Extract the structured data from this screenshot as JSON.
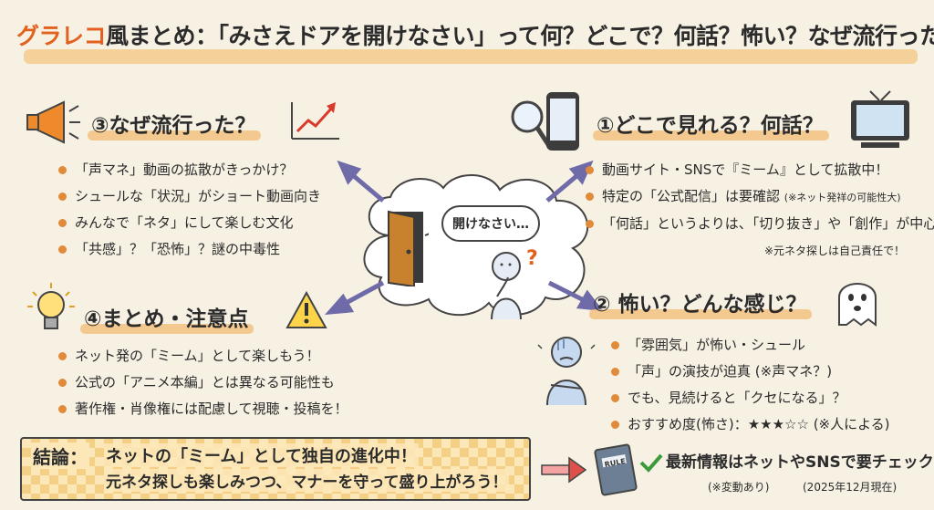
{
  "title": {
    "brand": "グラレコ",
    "rest": "風まとめ：「みさえドアを開けなさい」って何？どこで？何話？怖い？なぜ流行った？"
  },
  "center": {
    "speech": "開けなさい…",
    "question_mark": "?"
  },
  "section1": {
    "heading": "①どこで見れる？何話？",
    "items": [
      {
        "text": "動画サイト・SNSで『ミーム』として拡散中！",
        "note": ""
      },
      {
        "text": "特定の「公式配信」は要確認",
        "note": "(※ネット発祥の可能性大)"
      },
      {
        "text": "「何話」というよりは、「切り抜き」や「創作」が中心？",
        "note": ""
      }
    ],
    "footnote": "※元ネタ探しは自己責任で！"
  },
  "section2": {
    "heading": "② 怖い？どんな感じ？",
    "items": [
      "「雰囲気」が怖い・シュール",
      "「声」の演技が迫真 (※声マネ？)",
      "でも、見続けると「クセになる」？",
      "おすすめ度(怖さ)：★★★☆☆ (※人による)"
    ]
  },
  "section3": {
    "heading": "③なぜ流行った？",
    "items": [
      "「声マネ」動画の拡散がきっかけ？",
      "シュールな「状況」がショート動画向き",
      "みんなで「ネタ」にして楽しむ文化",
      "「共感」？「恐怖」？謎の中毒性"
    ]
  },
  "section4": {
    "heading": "④まとめ・注意点",
    "items": [
      "ネット発の「ミーム」として楽しもう！",
      "公式の「アニメ本編」とは異なる可能性も",
      "著作権・肖像権には配慮して視聴・投稿を！"
    ]
  },
  "conclusion": {
    "label": "結論：",
    "line1": "ネットの「ミーム」として独自の進化中！",
    "line2": "元ネタ探しも楽しみつつ、マナーを守って盛り上がろう！"
  },
  "footer": {
    "book_label": "RULE",
    "main": "最新情報はネットやSNSで要チェック！",
    "note1": "(※変動あり)",
    "note2": "(2025年12月現在)"
  },
  "colors": {
    "brand": "#e2611f",
    "highlight": "#f2bf7a",
    "bullet": "#e08a3a",
    "arrow": "#6f6aa8",
    "background": "#f7f1e4"
  },
  "icons": [
    "megaphone-icon",
    "trend-chart-icon",
    "magnifier-icon",
    "smartphone-icon",
    "tv-icon",
    "lightbulb-icon",
    "warning-icon",
    "ghost-icon",
    "scared-person-icon",
    "door-icon",
    "thinking-person-icon",
    "rule-book-icon",
    "checkmark-icon",
    "red-arrow-icon"
  ]
}
